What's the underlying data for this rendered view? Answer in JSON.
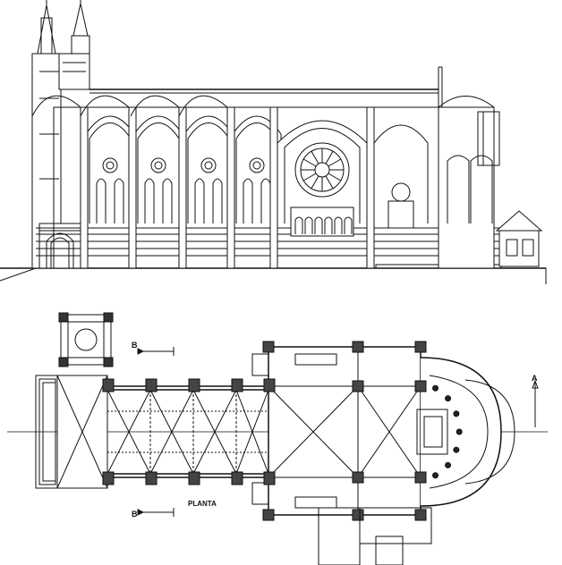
{
  "drawing": {
    "elevation_title": "",
    "plan_title": "PLANTA",
    "section_marks": {
      "b_top": "B",
      "b_bottom": "B",
      "a_right": "A"
    },
    "line_color": "#111111",
    "background": "#ffffff"
  }
}
